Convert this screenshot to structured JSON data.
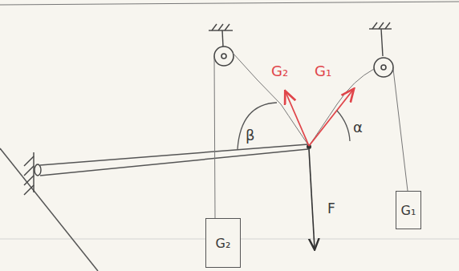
{
  "diagram": {
    "nodes": [
      {
        "text": [
          "G₂"
        ]
      },
      {
        "text": [
          "G₁"
        ]
      }
    ],
    "labels": [
      "G₂",
      "G₁",
      "β",
      "α",
      "F"
    ]
  }
}
